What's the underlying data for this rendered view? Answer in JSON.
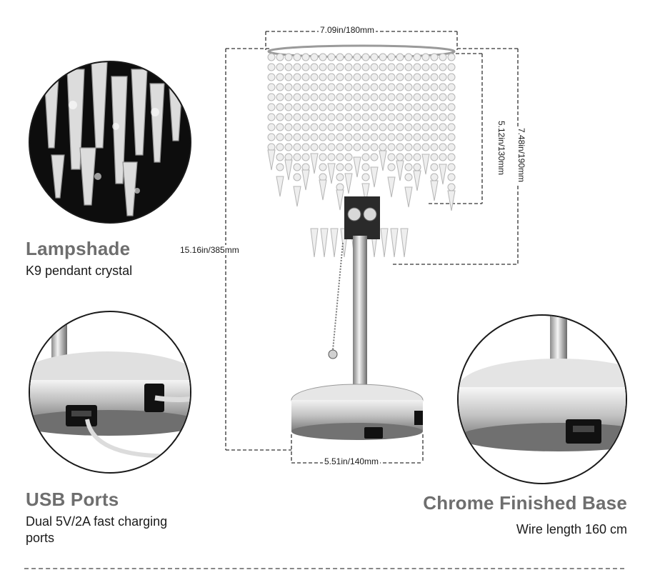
{
  "features": {
    "lampshade": {
      "title": "Lampshade",
      "subtitle": "K9 pendant crystal"
    },
    "usb": {
      "title": "USB Ports",
      "subtitle": "Dual 5V/2A fast charging ports"
    },
    "base": {
      "title": "Chrome Finished Base",
      "subtitle": "Wire length 160 cm"
    }
  },
  "dimensions": {
    "shade_width": "7.09in/180mm",
    "shade_crystal_height": "5.12in/130mm",
    "lamp_top_height": "7.48in/190mm",
    "total_height": "15.16in/385mm",
    "base_diameter": "5.51in/140mm"
  },
  "colors": {
    "heading": "#6e6e6e",
    "text": "#1a1a1a",
    "chrome": "#c8c8c8",
    "dash": "#333333"
  }
}
